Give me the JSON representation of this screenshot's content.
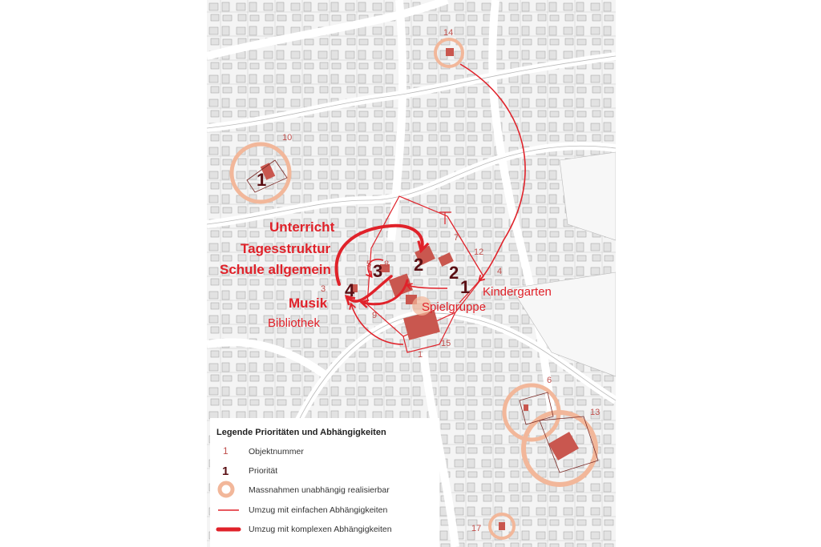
{
  "legend": {
    "title": "Legende Prioritäten und Abhängigkeiten",
    "items": [
      {
        "symbol": "1",
        "text": "Objektnummer"
      },
      {
        "symbol": "1",
        "text": "Priorität"
      },
      {
        "symbol": "",
        "text": "Massnahmen unabhängig realisierbar"
      },
      {
        "symbol": "",
        "text": "Umzug mit einfachen Abhängigkeiten"
      },
      {
        "symbol": "",
        "text": "Umzug mit komplexen Abhängigkeiten"
      }
    ]
  },
  "labels": {
    "unterricht": "Unterricht",
    "tagesstruktur": "Tagesstruktur",
    "schule": "Schule allgemein",
    "musik": "Musik",
    "bibliothek": "Bibliothek",
    "kindergarten": "Kindergarten",
    "spielgruppe": "Spielgruppe"
  },
  "object_numbers": {
    "n14": "14",
    "n10": "10",
    "n7": "7",
    "n12": "12",
    "n4": "4",
    "n3": "3",
    "n5": "5",
    "n8": "8",
    "n9": "9",
    "n1": "1",
    "n15": "15",
    "n6": "6",
    "n13": "13",
    "n17": "17"
  },
  "priorities": {
    "p_left": "1",
    "p3": "3",
    "p2a": "2",
    "p2b": "2",
    "p1": "1",
    "p4": "4"
  },
  "colors": {
    "red": "#e0222a",
    "salmon": "#f2b79a",
    "building": "#c9574f",
    "prio": "#5a0f14"
  }
}
